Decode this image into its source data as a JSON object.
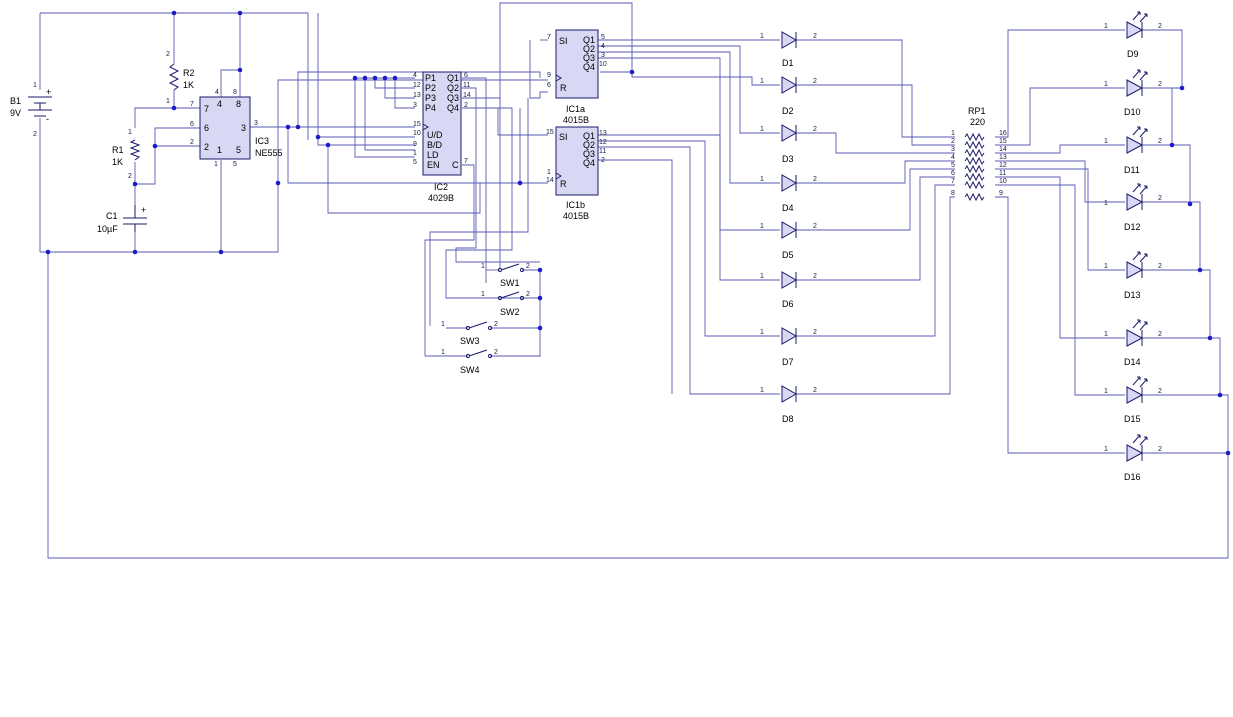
{
  "components": {
    "battery": {
      "ref": "B1",
      "value": "9V",
      "plus": "+",
      "minus": "-",
      "pin1": "1",
      "pin2": "2"
    },
    "r1": {
      "ref": "R1",
      "value": "1K",
      "pin1": "1",
      "pin2": "2"
    },
    "r2": {
      "ref": "R2",
      "value": "1K",
      "pin1": "1",
      "pin2": "2"
    },
    "c1": {
      "ref": "C1",
      "value": "10µF",
      "plus": "+"
    },
    "ic3": {
      "ref": "IC3",
      "part": "NE555",
      "pins": {
        "p7": "7",
        "p6": "6",
        "p2": "2",
        "p4": "4",
        "p8": "8",
        "p3": "3",
        "p1": "1",
        "p5": "5"
      }
    },
    "ic2": {
      "ref": "IC2",
      "part": "4029B",
      "inputs": [
        {
          "name": "P1",
          "num": "4"
        },
        {
          "name": "P2",
          "num": "12"
        },
        {
          "name": "P3",
          "num": "13"
        },
        {
          "name": "P4",
          "num": "3"
        },
        {
          "name": "U/D",
          "num": "15"
        },
        {
          "name": "B/D",
          "num": "10"
        },
        {
          "name": "LD",
          "num": "9"
        },
        {
          "name": "EN",
          "num": "1"
        },
        {
          "name": "",
          "num": "5"
        }
      ],
      "outputs": [
        {
          "name": "Q1",
          "num": "6"
        },
        {
          "name": "Q2",
          "num": "11"
        },
        {
          "name": "Q3",
          "num": "14"
        },
        {
          "name": "Q4",
          "num": "2"
        }
      ],
      "clock": {
        "name": "C",
        "num": "7"
      }
    },
    "ic1a": {
      "ref": "IC1a",
      "part": "4015B",
      "inputs": [
        {
          "name": "SI",
          "num": "7"
        },
        {
          "name": "",
          "num": "9"
        },
        {
          "name": "R",
          "num": "6"
        }
      ],
      "outputs": [
        {
          "name": "Q1",
          "num": "5"
        },
        {
          "name": "Q2",
          "num": "4"
        },
        {
          "name": "Q3",
          "num": "3"
        },
        {
          "name": "Q4",
          "num": "10"
        }
      ]
    },
    "ic1b": {
      "ref": "IC1b",
      "part": "4015B",
      "inputs": [
        {
          "name": "SI",
          "num": "15"
        },
        {
          "name": "",
          "num": "1"
        },
        {
          "name": "R",
          "num": "14"
        }
      ],
      "outputs": [
        {
          "name": "Q1",
          "num": "13"
        },
        {
          "name": "Q2",
          "num": "12"
        },
        {
          "name": "Q3",
          "num": "11"
        },
        {
          "name": "Q4",
          "num": "2"
        }
      ]
    },
    "diodes": [
      {
        "ref": "D1",
        "pin1": "1",
        "pin2": "2"
      },
      {
        "ref": "D2",
        "pin1": "1",
        "pin2": "2"
      },
      {
        "ref": "D3",
        "pin1": "1",
        "pin2": "2"
      },
      {
        "ref": "D4",
        "pin1": "1",
        "pin2": "2"
      },
      {
        "ref": "D5",
        "pin1": "1",
        "pin2": "2"
      },
      {
        "ref": "D6",
        "pin1": "1",
        "pin2": "2"
      },
      {
        "ref": "D7",
        "pin1": "1",
        "pin2": "2"
      },
      {
        "ref": "D8",
        "pin1": "1",
        "pin2": "2"
      }
    ],
    "leds": [
      {
        "ref": "D9",
        "pin1": "1",
        "pin2": "2"
      },
      {
        "ref": "D10",
        "pin1": "1",
        "pin2": "2"
      },
      {
        "ref": "D11",
        "pin1": "1",
        "pin2": "2"
      },
      {
        "ref": "D12",
        "pin1": "1",
        "pin2": "2"
      },
      {
        "ref": "D13",
        "pin1": "1",
        "pin2": "2"
      },
      {
        "ref": "D14",
        "pin1": "1",
        "pin2": "2"
      },
      {
        "ref": "D15",
        "pin1": "1",
        "pin2": "2"
      },
      {
        "ref": "D16",
        "pin1": "1",
        "pin2": "2"
      }
    ],
    "rp1": {
      "ref": "RP1",
      "value": "220",
      "left_pins": [
        "1",
        "2",
        "3",
        "4",
        "5",
        "6",
        "7",
        "8"
      ],
      "right_pins": [
        "16",
        "15",
        "14",
        "13",
        "12",
        "11",
        "10",
        "9"
      ]
    },
    "switches": [
      {
        "ref": "SW1",
        "pin1": "1",
        "pin2": "2"
      },
      {
        "ref": "SW2",
        "pin1": "1",
        "pin2": "2"
      },
      {
        "ref": "SW3",
        "pin1": "1",
        "pin2": "2"
      },
      {
        "ref": "SW4",
        "pin1": "1",
        "pin2": "2"
      }
    ]
  },
  "colors": {
    "wire": "#5a5ab4",
    "junction": "#1c1cc8",
    "chip_fill": "#d8d8f4",
    "outline": "#1a1a6a"
  }
}
